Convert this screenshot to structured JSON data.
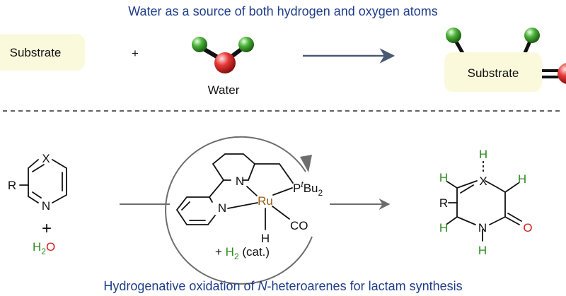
{
  "top": {
    "title": "Water as a source of both hydrogen and oxygen atoms",
    "substrate_left": "Substrate",
    "plus": "+",
    "water_label": "Water",
    "substrate_right": "Substrate"
  },
  "bottom": {
    "title_pre": "Hydrogenative oxidation of ",
    "title_italic": "N",
    "title_post": "-heteroarenes for lactam synthesis",
    "reactant": {
      "R": "R",
      "X": "X",
      "N": "N",
      "plus": "+",
      "water_H": "H",
      "water_sub": "2",
      "water_O": "O"
    },
    "catalyst": {
      "N_amine": "N",
      "Ru": "Ru",
      "N_pyridine": "N",
      "P": "P",
      "t": "t",
      "Bu": "Bu",
      "Bu_sub": "2",
      "H": "H",
      "CO": "CO",
      "h2_plus": "+ ",
      "h2_H": "H",
      "h2_sub": "2",
      "h2_cat": " (cat.)"
    },
    "product": {
      "H_top": "H",
      "X": "X",
      "H_right": "H",
      "H_left_top": "H",
      "R": "R",
      "H_left_bottom": "H",
      "N": "N",
      "H_bottom": "H",
      "O": "O"
    }
  },
  "colors": {
    "title": "#1f3d8a",
    "green": "#2e8b1f",
    "red": "#d21f1f",
    "ru": "#9a5a12",
    "substrate_box": "#fbf9dc",
    "arrow": "#4a5a73"
  }
}
